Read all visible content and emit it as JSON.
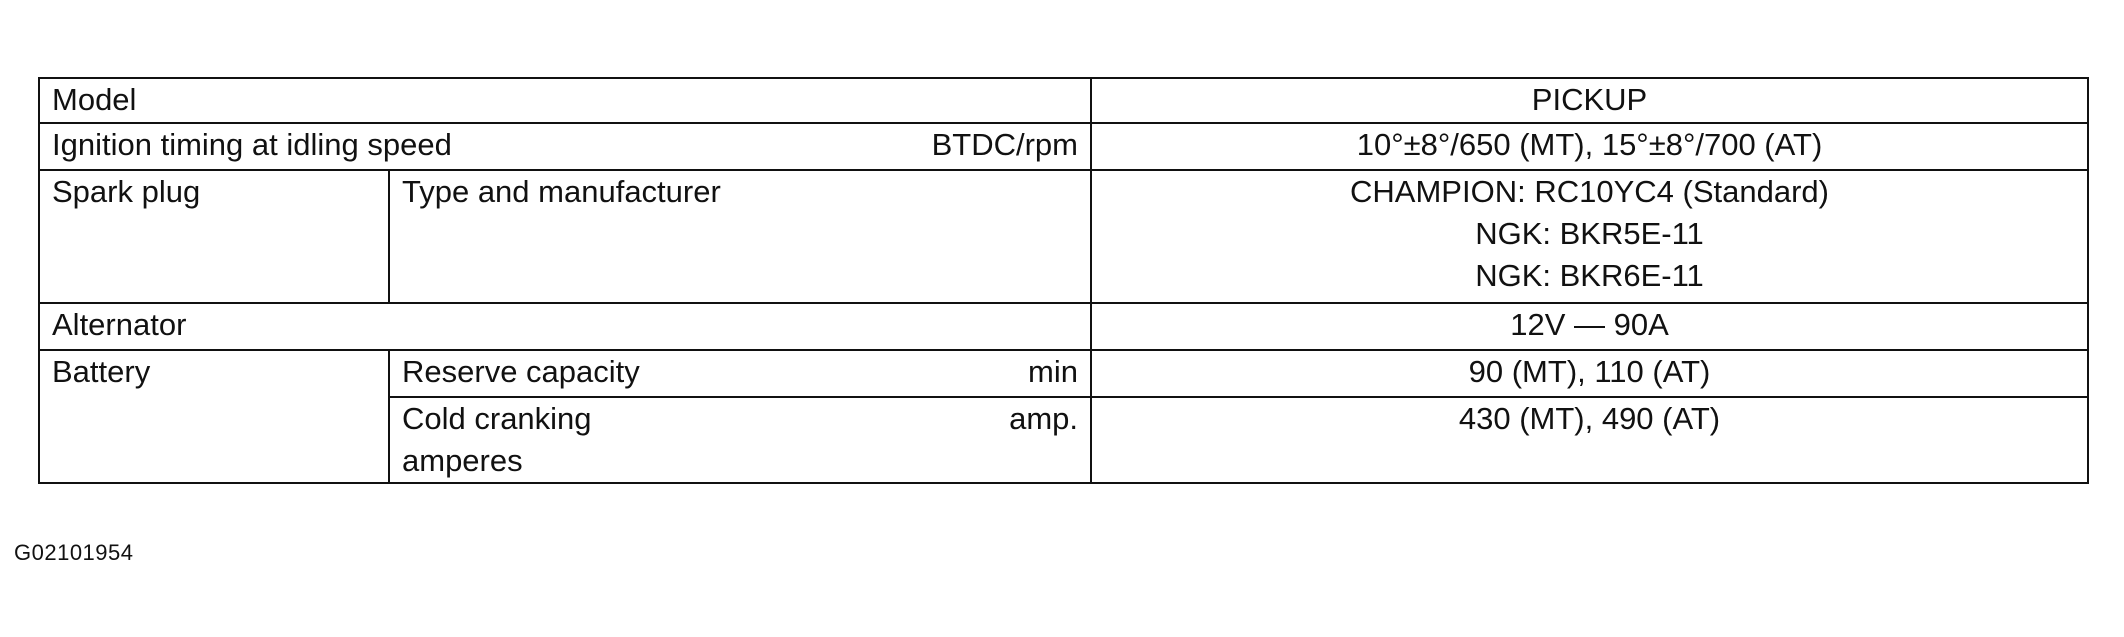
{
  "table": {
    "model_label": "Model",
    "model_value": "PICKUP",
    "ignition_label": "Ignition timing at idling speed",
    "ignition_unit": "BTDC/rpm",
    "ignition_value": "10°±8°/650 (MT), 15°±8°/700 (AT)",
    "spark_label": "Spark plug",
    "spark_sub_label": "Type and manufacturer",
    "spark_values": [
      "CHAMPION: RC10YC4 (Standard)",
      "NGK: BKR5E-11",
      "NGK: BKR6E-11"
    ],
    "alternator_label": "Alternator",
    "alternator_value": "12V — 90A",
    "battery_label": "Battery",
    "reserve_label": "Reserve capacity",
    "reserve_unit": "min",
    "reserve_value": "90 (MT), 110 (AT)",
    "cold_label_line1": "Cold cranking",
    "cold_label_line2": "amperes",
    "cold_unit": "amp.",
    "cold_value": "430 (MT), 490 (AT)"
  },
  "figure_code": "G02101954"
}
